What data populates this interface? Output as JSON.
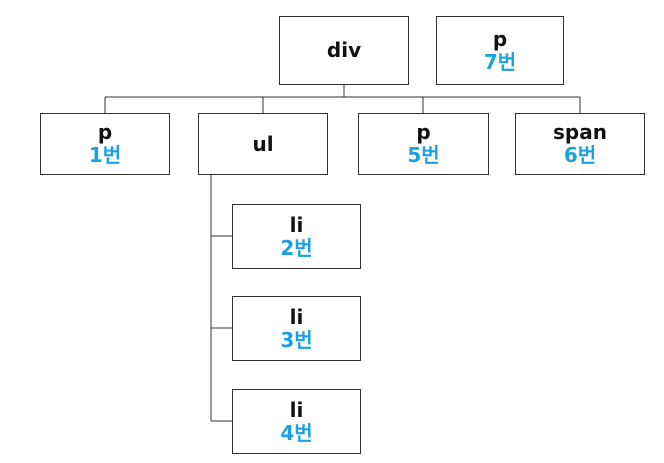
{
  "colors": {
    "number": "#1ba1e2",
    "line": "#333333",
    "border": "#333333"
  },
  "nodes": {
    "div": {
      "tag": "div",
      "num": ""
    },
    "p7": {
      "tag": "p",
      "num": "7번"
    },
    "p1": {
      "tag": "p",
      "num": "1번"
    },
    "ul": {
      "tag": "ul",
      "num": ""
    },
    "p5": {
      "tag": "p",
      "num": "5번"
    },
    "span": {
      "tag": "span",
      "num": "6번"
    },
    "li2": {
      "tag": "li",
      "num": "2번"
    },
    "li3": {
      "tag": "li",
      "num": "3번"
    },
    "li4": {
      "tag": "li",
      "num": "4번"
    }
  }
}
